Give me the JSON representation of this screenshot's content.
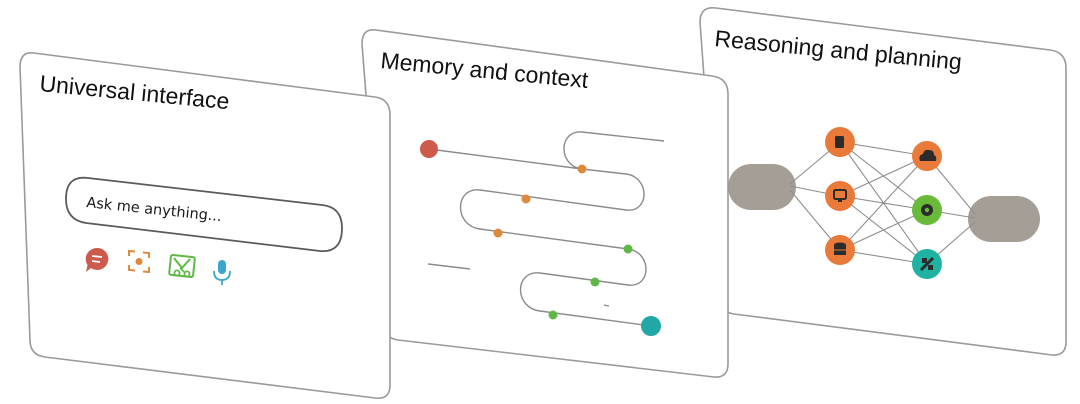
{
  "cards": {
    "reasoning": {
      "title": "Reasoning and planning"
    },
    "memory": {
      "title": "Memory and context"
    },
    "interface": {
      "title": "Universal interface",
      "search": {
        "placeholder": "Ask me anything..."
      },
      "icons": [
        "chat-icon",
        "screen-capture-icon",
        "image-icon",
        "microphone-icon"
      ]
    }
  },
  "colors": {
    "card_border": "#9a9a9a",
    "red": "#cd5b4c",
    "orange": "#de8a3c",
    "green": "#5fb846",
    "teal": "#22a7a7",
    "blue": "#3aa6cc",
    "track": "#8b8b8b",
    "pill": "#a59e96",
    "node_orange": "#ea7a3a",
    "node_green": "#6aba3a",
    "node_teal": "#1fb2a0"
  }
}
